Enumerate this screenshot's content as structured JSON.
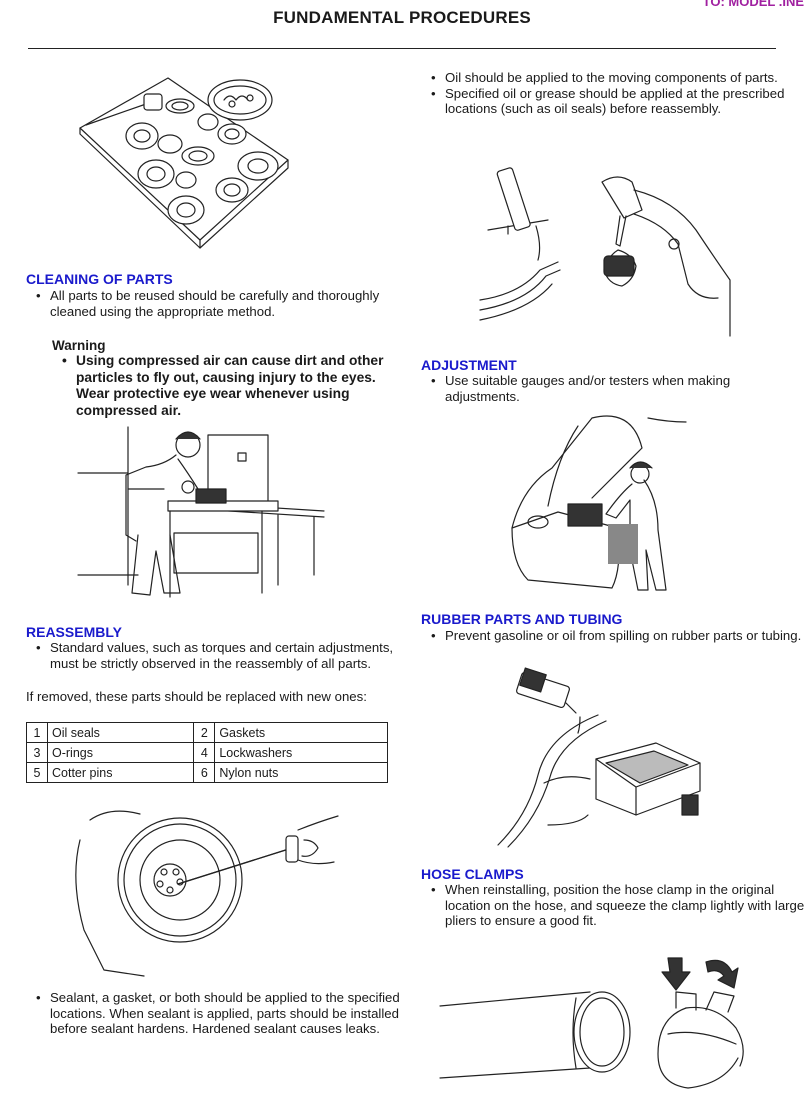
{
  "header": {
    "title": "FUNDAMENTAL PROCEDURES",
    "corner_text": "TO: MODEL .INE"
  },
  "cleaning": {
    "heading": "CLEANING OF PARTS",
    "bullets": [
      "All parts to be reused should be carefully and thoroughly cleaned using the appropriate method."
    ],
    "warning_label": "Warning",
    "warning_bullets": [
      "Using compressed air can cause dirt and other particles to fly out, causing injury to the eyes. Wear protective eye wear whenever using compressed air."
    ]
  },
  "reassembly": {
    "heading": "REASSEMBLY",
    "bullets": [
      "Standard values, such as torques and certain adjustments, must be strictly observed in the reassembly of all parts."
    ],
    "note": "If removed, these parts should be replaced with new ones:",
    "table": [
      [
        {
          "num": "1",
          "name": "Oil seals"
        },
        {
          "num": "2",
          "name": "Gaskets"
        }
      ],
      [
        {
          "num": "3",
          "name": "O-rings"
        },
        {
          "num": "4",
          "name": "Lockwashers"
        }
      ],
      [
        {
          "num": "5",
          "name": "Cotter pins"
        },
        {
          "num": "6",
          "name": "Nylon nuts"
        }
      ]
    ],
    "sealant_bullets": [
      "Sealant, a gasket, or both should be applied to the specified locations. When sealant is applied, parts should be installed before sealant hardens. Hardened sealant causes leaks."
    ]
  },
  "oil": {
    "bullets": [
      "Oil should be applied to the moving components of parts.",
      "Specified oil or grease should be applied at the prescribed locations (such as oil seals) before reassembly."
    ]
  },
  "adjustment": {
    "heading": "ADJUSTMENT",
    "bullets": [
      "Use suitable gauges and/or testers when making adjustments."
    ]
  },
  "rubber": {
    "heading": "RUBBER PARTS AND TUBING",
    "bullets": [
      "Prevent gasoline or oil from spilling on rubber parts or tubing."
    ]
  },
  "hose": {
    "heading": "HOSE CLAMPS",
    "bullets": [
      "When reinstalling, position the hose clamp in the original location on the hose, and squeeze the clamp lightly with large pliers to ensure a good fit."
    ]
  },
  "figures": {
    "parts_tray": "parts-tray-illustration",
    "compressed_air": "compressed-air-cleaning-illustration",
    "torque": "flywheel-torque-wrench-illustration",
    "oil_apply": "oil-application-illustration",
    "adjust": "engine-adjustment-illustration",
    "rubber": "rubber-tubing-illustration",
    "hose_clamp": "hose-clamp-illustration"
  }
}
